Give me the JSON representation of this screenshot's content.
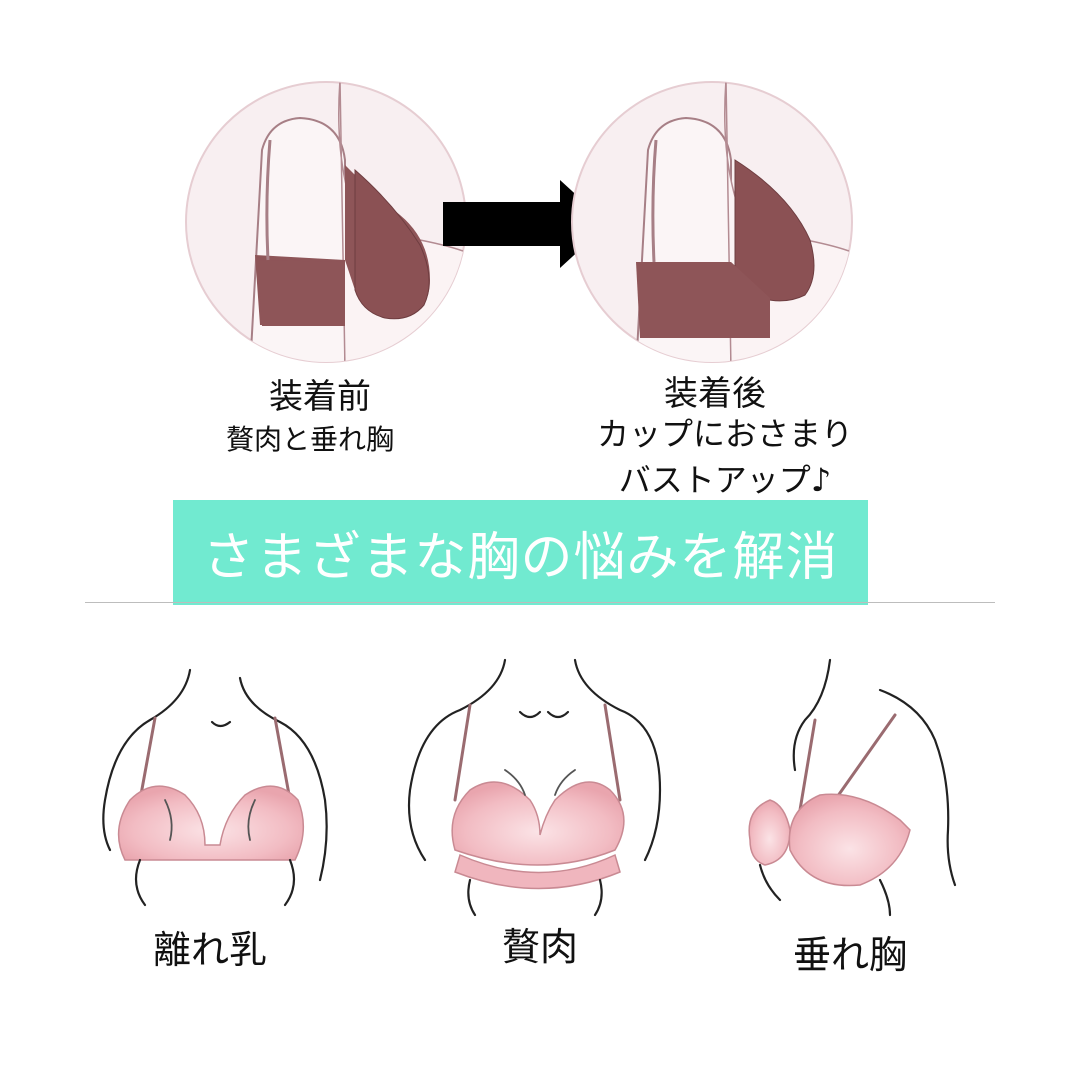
{
  "comparison": {
    "before": {
      "title": "装着前",
      "subtitle": "贅肉と垂れ胸"
    },
    "after": {
      "title": "装着後",
      "line1": "カップにおさまり",
      "line2": "バストアップ♪"
    }
  },
  "banner": {
    "text": "さまざまな胸の悩みを解消",
    "color": "#71ead0"
  },
  "types": [
    {
      "label": "離れ乳"
    },
    {
      "label": "贅肉"
    },
    {
      "label": "垂れ胸"
    }
  ],
  "colors": {
    "bra_before_after": "#8e5558",
    "bra_pink": "#f3c3c9",
    "circle_bg": "#f7eef0"
  }
}
